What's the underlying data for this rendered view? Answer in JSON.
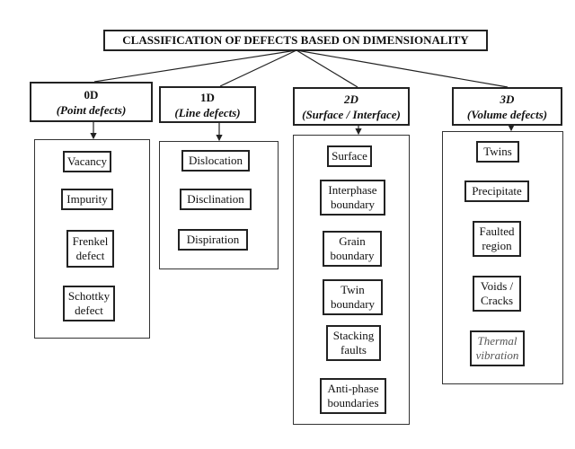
{
  "title": "CLASSIFICATION OF DEFECTS BASED ON DIMENSIONALITY",
  "categories": [
    {
      "label": "0D",
      "sub": "(Point defects)",
      "items": [
        "Vacancy",
        "Impurity",
        "Frenkel defect",
        "Schottky defect"
      ]
    },
    {
      "label": "1D",
      "sub": "(Line defects)",
      "items": [
        "Dislocation",
        "Disclination",
        "Dispiration"
      ]
    },
    {
      "label": "2D",
      "sub": "(Surface / Interface)",
      "items": [
        "Surface",
        "Interphase boundary",
        "Grain boundary",
        "Twin boundary",
        "Stacking faults",
        "Anti-phase boundaries"
      ]
    },
    {
      "label": "3D",
      "sub": "(Volume defects)",
      "items": [
        "Twins",
        "Precipitate",
        "Faulted region",
        "Voids / Cracks",
        "Thermal vibration"
      ]
    }
  ]
}
